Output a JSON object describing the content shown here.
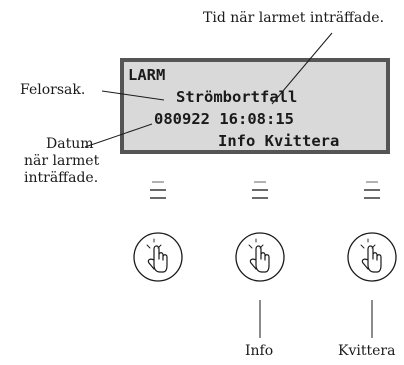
{
  "display": {
    "row1": "LARM",
    "row2": "Strömbortfall",
    "row3": "080922 16:08:15",
    "row4": "Info Kvittera"
  },
  "callouts": {
    "alarm_time": "Tid när larmet inträffade.",
    "fault_cause": "Felorsak.",
    "date_line1": "Datum",
    "date_line2": "när larmet",
    "date_line3": "inträffade."
  },
  "buttons": {
    "info_label": "Info",
    "kvittera_label": "Kvittera"
  },
  "icons": [
    "led-indicator-icon",
    "hand-press-icon"
  ],
  "colors": {
    "lcd_background": "#d9d9d9",
    "lcd_border": "#555555",
    "ink": "#1a1a1a"
  }
}
